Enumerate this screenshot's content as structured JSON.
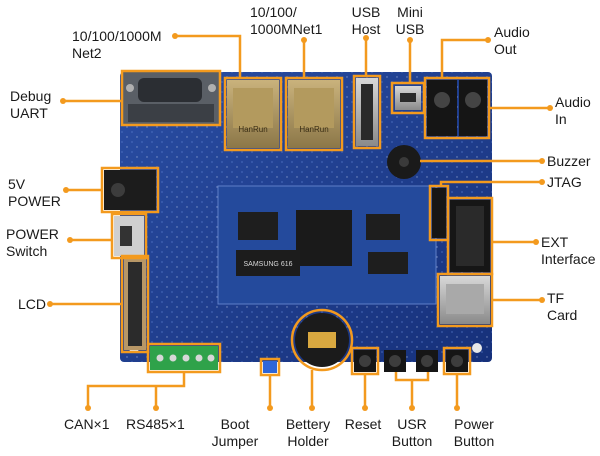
{
  "labels": {
    "debug_uart": "Debug\nUART",
    "net2": "10/100/1000M\nNet2",
    "net1": "10/100/\n1000MNet1",
    "usb_host": "USB\nHost",
    "mini_usb": "Mini\nUSB",
    "audio_out": "Audio\nOut",
    "audio_in": "Audio\nIn",
    "buzzer": "Buzzer",
    "jtag": "JTAG",
    "power_5v": "5V\nPOWER",
    "power_switch": "POWER\nSwitch",
    "ext_interface": "EXT\nInterface",
    "lcd": "LCD",
    "tf_card": "TF\nCard",
    "can": "CAN×1",
    "rs485": "RS485×1",
    "boot_jumper": "Boot\nJumper",
    "battery_holder": "Bettery\nHolder",
    "reset": "Reset",
    "usr_button": "USR\nButton",
    "power_button": "Power\nButton"
  },
  "chip_text": {
    "ethernet_a": "HanRun",
    "ethernet_b": "HanRun",
    "memory": "SAMSUNG 616"
  },
  "colors": {
    "callout": "#f39a1e",
    "pcb": "#1f3f8c",
    "label_text": "#1a1a1a"
  }
}
